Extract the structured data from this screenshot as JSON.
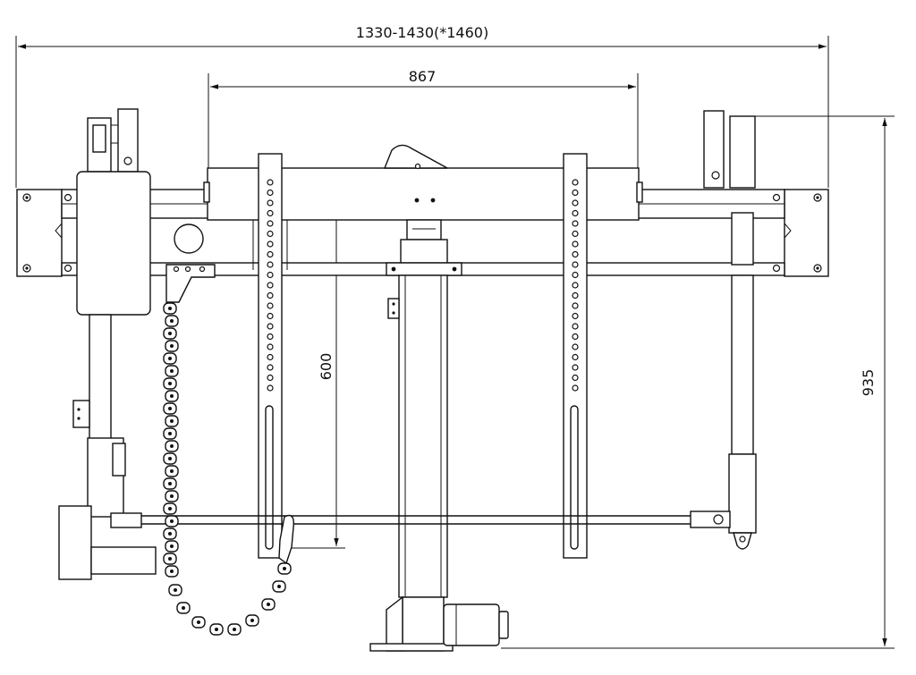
{
  "dimensions": {
    "overall_width": "1330-1430(*1460)",
    "inner_width": "867",
    "vertical_travel": "600",
    "overall_height": "935"
  },
  "colors": {
    "line": "#111111",
    "background": "#ffffff"
  }
}
